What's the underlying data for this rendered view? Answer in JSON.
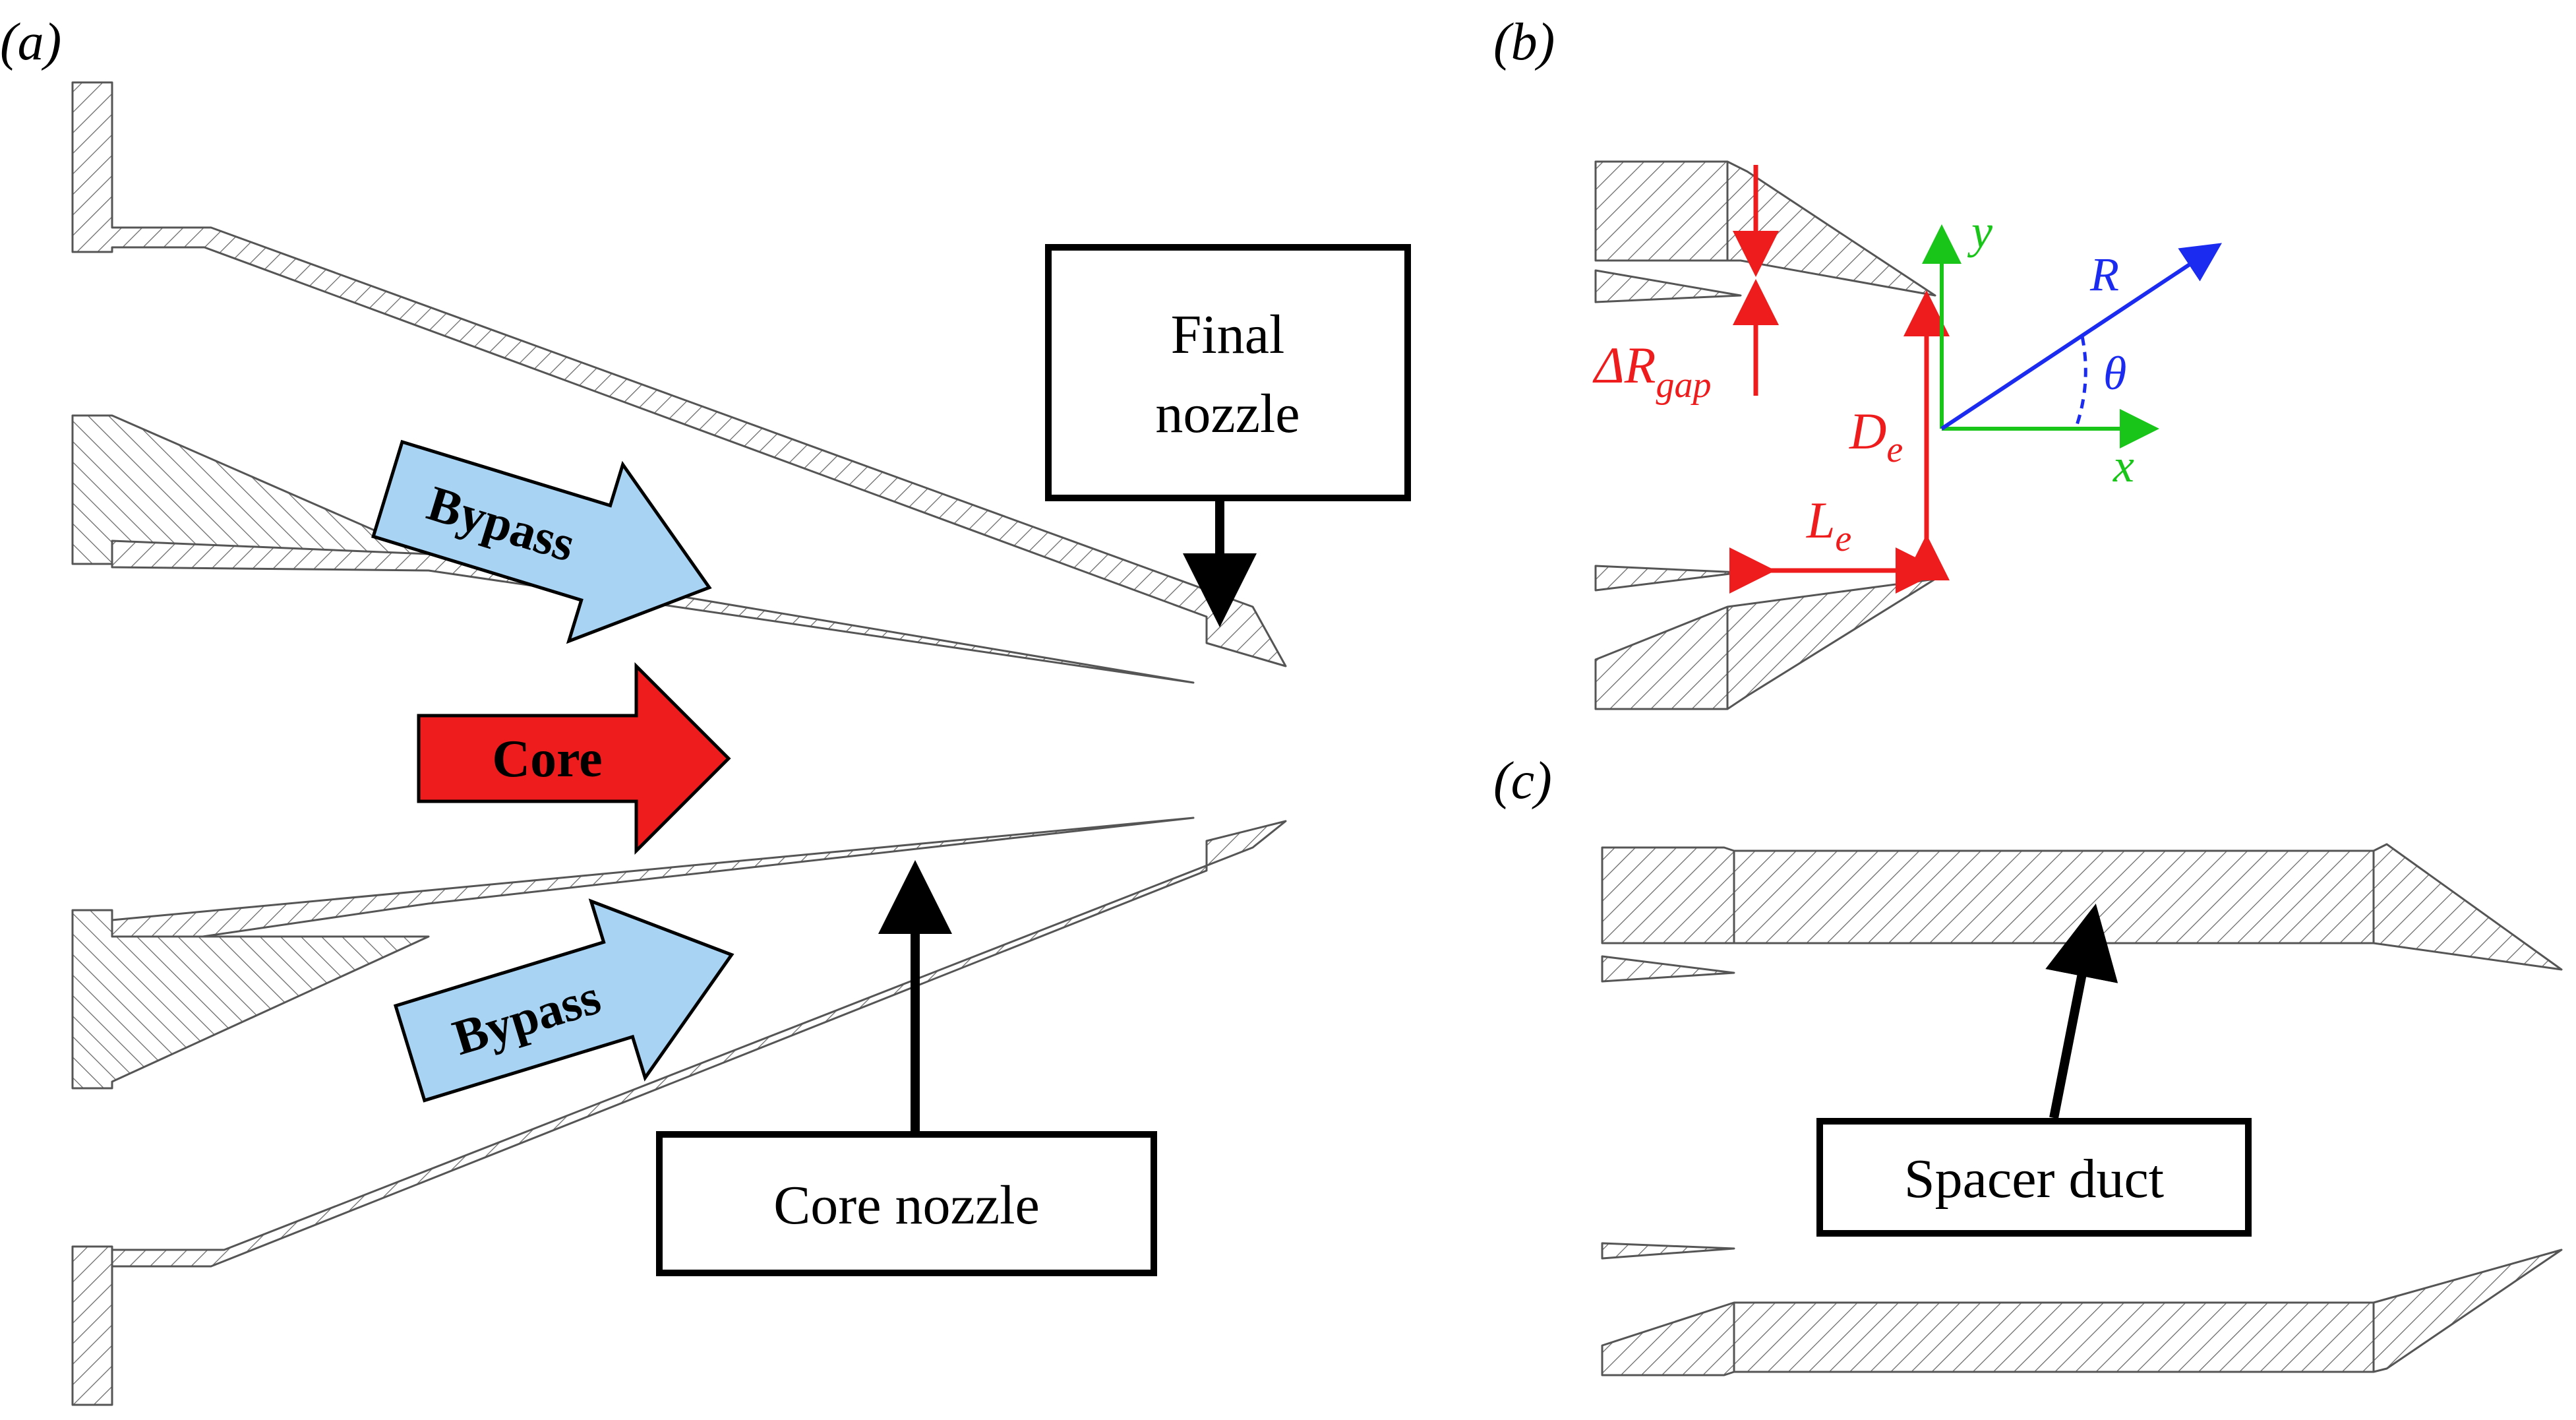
{
  "panels": {
    "a": {
      "label": "(a)",
      "flow_labels": {
        "bypass_top": "Bypass",
        "core": "Core",
        "bypass_bottom": "Bypass"
      },
      "callouts": {
        "final_nozzle_line1": "Final",
        "final_nozzle_line2": "nozzle",
        "core_nozzle": "Core nozzle"
      }
    },
    "b": {
      "label": "(b)",
      "symbols": {
        "delta_r": "ΔR",
        "delta_r_sub": "gap",
        "d": "D",
        "d_sub": "e",
        "l": "L",
        "l_sub": "e",
        "x_axis": "x",
        "y_axis": "y",
        "radius": "R",
        "angle": "θ"
      }
    },
    "c": {
      "label": "(c)",
      "callouts": {
        "spacer_duct": "Spacer duct"
      }
    }
  },
  "colors": {
    "bypass_arrow_fill": "#a9d3f3",
    "core_arrow_fill": "#ee1c1c",
    "dimension_red": "#ee1c1c",
    "axes_green": "#19c519",
    "polar_blue": "#1b2bef",
    "hatch_stroke": "#555555"
  }
}
